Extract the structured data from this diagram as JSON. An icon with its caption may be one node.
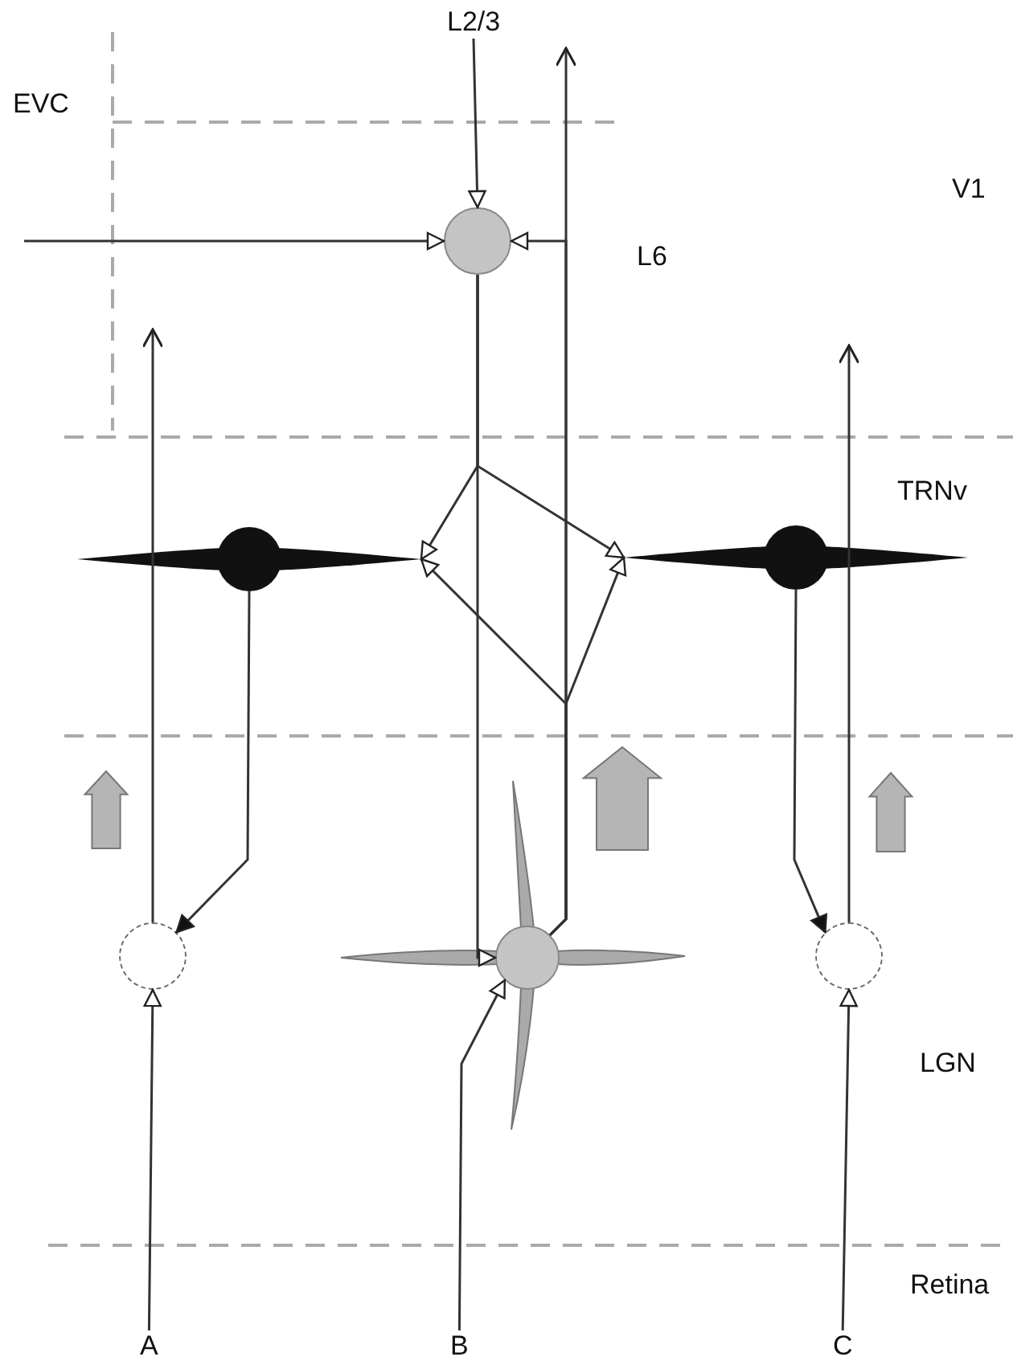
{
  "diagram": {
    "nodes": [
      {
        "text": [
          "L2/3"
        ]
      },
      {
        "text": [],
        "shape": "circle"
      },
      {
        "text": [],
        "shape": "circle"
      },
      {
        "text": [],
        "shape": "circle"
      },
      {
        "text": [],
        "shape": "circle"
      },
      {
        "text": [],
        "shape": "circle"
      },
      {
        "text": [],
        "shape": "circle"
      },
      {
        "text": [
          "A"
        ]
      },
      {
        "text": [
          "B"
        ]
      },
      {
        "text": [
          "C"
        ]
      }
    ],
    "edges": [
      {
        "from": 0,
        "to": 1,
        "arrow": "to"
      },
      {
        "from": null,
        "to": 1,
        "arrow": "to"
      },
      {
        "from": 5,
        "to": 1,
        "arrow": "to"
      },
      {
        "from": 5,
        "to": null,
        "arrow": "to"
      },
      {
        "from": 1,
        "to": 5,
        "arrow": "to"
      },
      {
        "from": 1,
        "to": 2,
        "arrow": "to"
      },
      {
        "from": 1,
        "to": 3,
        "arrow": "to"
      },
      {
        "from": 5,
        "to": 2,
        "arrow": "to"
      },
      {
        "from": 5,
        "to": 3,
        "arrow": "to"
      },
      {
        "from": 4,
        "to": null,
        "arrow": "to"
      },
      {
        "from": 6,
        "to": null,
        "arrow": "to"
      },
      {
        "from": 2,
        "to": 4,
        "arrow": "to"
      },
      {
        "from": 3,
        "to": 6,
        "arrow": "to"
      },
      {
        "from": 7,
        "to": 4,
        "arrow": "to"
      },
      {
        "from": 8,
        "to": 5,
        "arrow": "to"
      },
      {
        "from": 9,
        "to": 6,
        "arrow": "to"
      }
    ],
    "labels": [
      "EVC",
      "V1",
      "L6",
      "TRNv",
      "LGN",
      "Retina"
    ]
  }
}
